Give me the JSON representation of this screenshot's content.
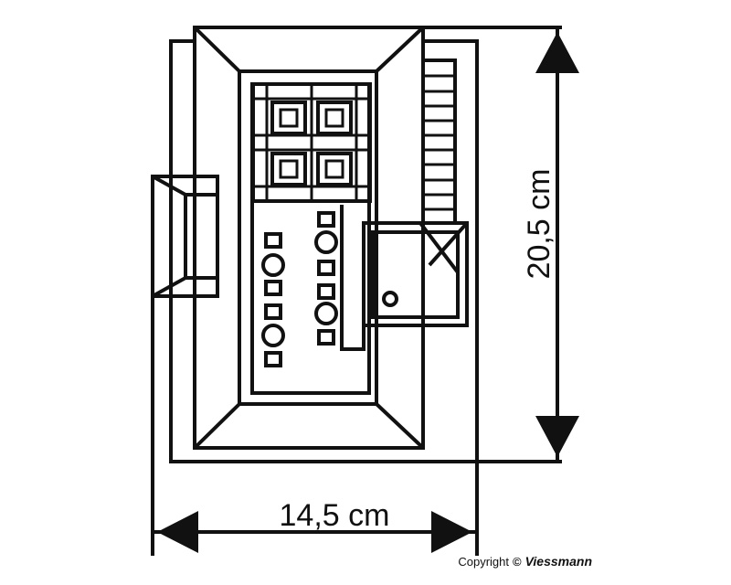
{
  "dimensions": {
    "width_label": "14,5 cm",
    "height_label": "20,5 cm"
  },
  "footer": {
    "copyright_label": "Copyright",
    "copyright_symbol": "©",
    "brand": "Viessmann"
  }
}
